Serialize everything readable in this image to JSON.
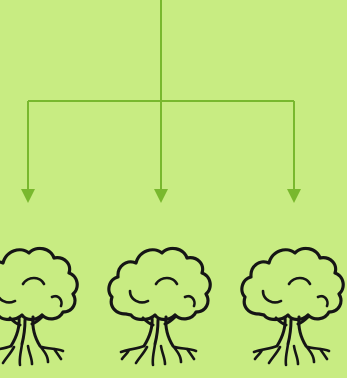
{
  "diagram": {
    "kind": "branching-tree",
    "branch_count": 3,
    "colors": {
      "background": "#c8ec82",
      "connector": "#79b82e",
      "tree_outline": "#151515"
    },
    "nodes": [
      {
        "id": "tree-left",
        "icon": "tree-icon"
      },
      {
        "id": "tree-center",
        "icon": "tree-icon"
      },
      {
        "id": "tree-right",
        "icon": "tree-icon"
      }
    ]
  }
}
